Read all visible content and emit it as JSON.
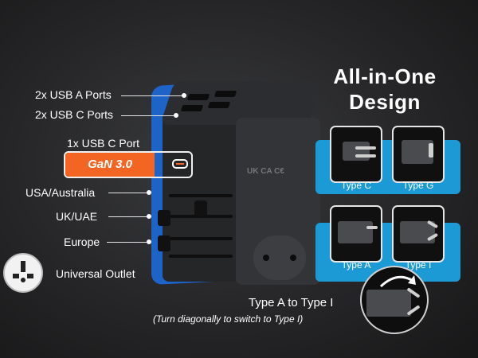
{
  "headline": {
    "line1": "All-in-One",
    "line2": "Design"
  },
  "callouts": {
    "usb_a": "2x USB A Ports",
    "usb_c": "2x USB C Ports",
    "usb_c_single": "1x USB C Port",
    "gan": "GaN 3.0",
    "usa_australia": "USA/Australia",
    "uk_uae": "UK/UAE",
    "europe": "Europe",
    "universal_outlet": "Universal Outlet"
  },
  "plug_types": {
    "type_c": "Type C",
    "type_g": "Type G",
    "type_a": "Type A",
    "type_i": "Type I"
  },
  "conversion": {
    "title": "Type A to Type I",
    "note": "(Turn diagonally to switch to Type I)"
  },
  "colors": {
    "accent_blue": "#1b9ad6",
    "adapter_blue": "#1e63c8",
    "gan_orange": "#f26522"
  }
}
